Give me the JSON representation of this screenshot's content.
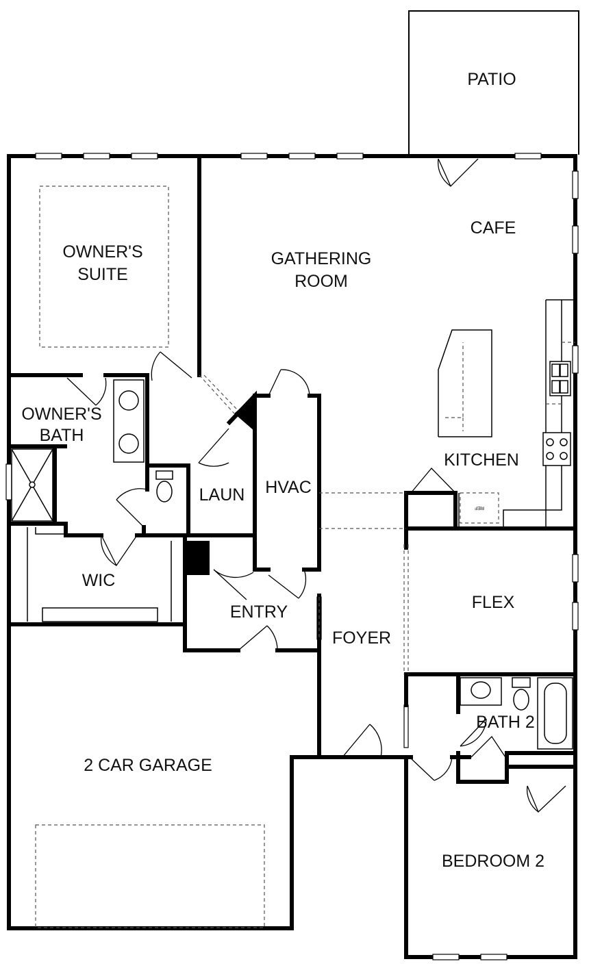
{
  "rooms": {
    "patio": "PATIO",
    "cafe": "CAFE",
    "gathering_line1": "GATHERING",
    "gathering_line2": "ROOM",
    "owners_suite_line1": "OWNER'S",
    "owners_suite_line2": "SUITE",
    "owners_bath_line1": "OWNER'S",
    "owners_bath_line2": "BATH",
    "kitchen": "KITCHEN",
    "laun": "LAUN",
    "hvac": "HVAC",
    "wic": "WIC",
    "entry": "ENTRY",
    "foyer": "FOYER",
    "flex": "FLEX",
    "bath2": "BATH 2",
    "garage": "2 CAR GARAGE",
    "bedroom2": "BEDROOM 2"
  },
  "appliances": {
    "ref": "REF"
  }
}
